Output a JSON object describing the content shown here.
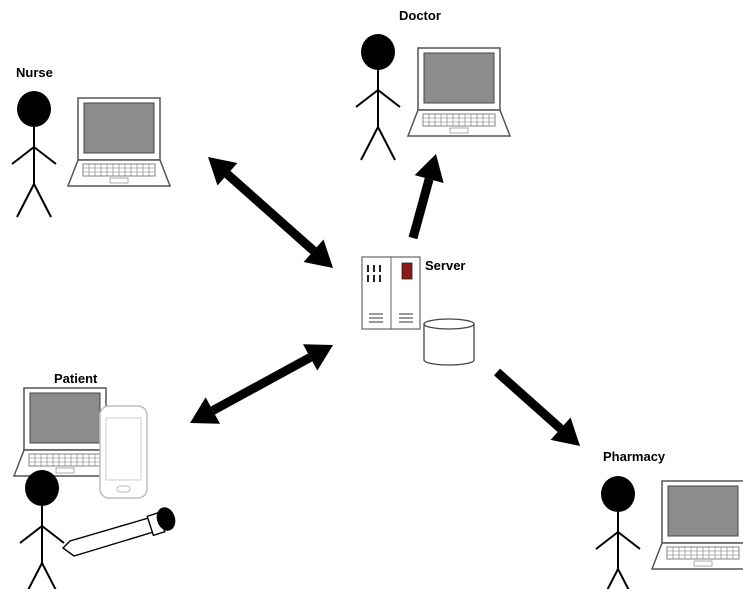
{
  "nodes": {
    "doctor": {
      "label": "Doctor"
    },
    "nurse": {
      "label": "Nurse"
    },
    "server": {
      "label": "Server"
    },
    "patient": {
      "label": "Patient"
    },
    "pharmacy": {
      "label": "Pharmacy"
    }
  },
  "edges": [
    {
      "from": "nurse",
      "to": "server",
      "direction": "both"
    },
    {
      "from": "server",
      "to": "doctor",
      "direction": "forward"
    },
    {
      "from": "patient",
      "to": "server",
      "direction": "both"
    },
    {
      "from": "server",
      "to": "pharmacy",
      "direction": "forward"
    }
  ],
  "colors": {
    "stroke": "#000000",
    "screen": "#8c8c8c",
    "device": "#ffffff",
    "led": "#8b1a1a",
    "phone": "#bdbdbd"
  }
}
